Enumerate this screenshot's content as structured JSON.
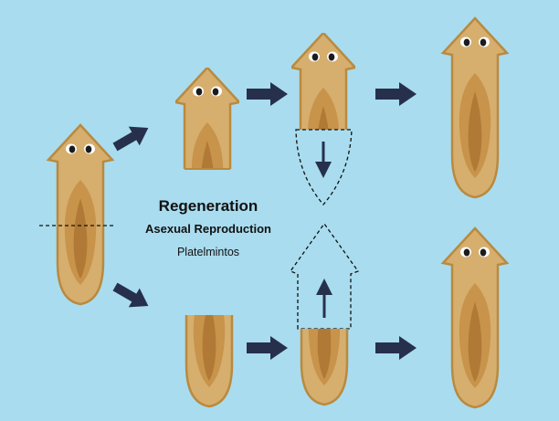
{
  "title": "Regeneration",
  "subtitle": "Asexual Reproduction",
  "caption": "Platelmintos",
  "colors": {
    "background": "#a9dcef",
    "body": "#d6ae6e",
    "outline": "#b98a3f",
    "gut": "#c8934a",
    "gut_dark": "#b07a36",
    "arrow": "#26304d"
  }
}
